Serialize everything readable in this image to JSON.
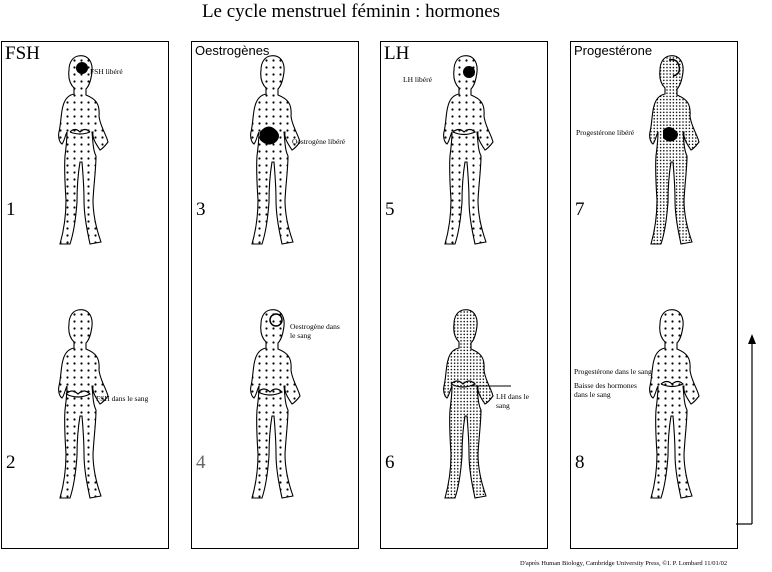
{
  "title": "Le cycle menstruel féminin : hormones",
  "panels": [
    {
      "label": "FSH",
      "top_num": "1",
      "bottom_num": "2"
    },
    {
      "label": "Oestrogènes",
      "top_num": "3",
      "bottom_num": "4"
    },
    {
      "label": "LH",
      "top_num": "5",
      "bottom_num": "6"
    },
    {
      "label": "Progestérone",
      "top_num": "7",
      "bottom_num": "8"
    }
  ],
  "annotations": {
    "fsh_released": "FSH libéré",
    "fsh_blood": "FSH dans le sang",
    "oestro_released": "Oestrogène libéré",
    "oestro_blood_1": "Oestrogène dans",
    "oestro_blood_2": "le sang",
    "lh_released": "LH libéré",
    "lh_blood_1": "LH dans le",
    "lh_blood_2": "sang",
    "prog_released": "Progestérone libéré",
    "prog_blood": "Progestérone dans le sang",
    "hormone_drop_1": "Baisse des hormones",
    "hormone_drop_2": "dans le sang"
  },
  "credit": "D'après Human Biology, Cambridge University Press, ©I. P. Lombard 11/01/02",
  "icons": [
    "woman-figure",
    "cycle-return-arrow"
  ]
}
